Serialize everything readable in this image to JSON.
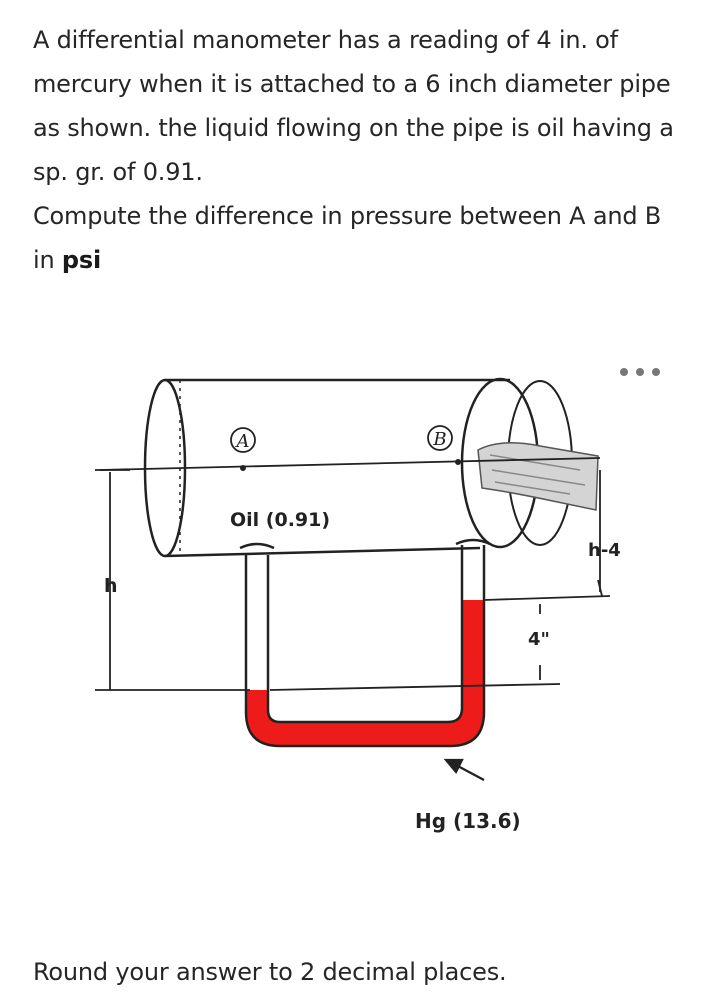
{
  "question": {
    "line1": "A differential manometer has a reading of 4 in. of mercury when it is attached to a 6 inch diameter pipe as shown. the liquid flowing on the pipe is oil having a sp. gr. of 0.91.",
    "line2_prefix": "Compute the difference in pressure between A and B in ",
    "line2_bold": "psi"
  },
  "figure": {
    "point_a": "A",
    "point_b": "B",
    "oil_label": "Oil (0.91)",
    "h_label": "h",
    "h_minus_label": "h-4",
    "reading_label": "4\"",
    "hg_label": "Hg (13.6)",
    "mercury_color": "#ee1b1b"
  },
  "footer": {
    "instruction": "Round your answer to 2 decimal places."
  },
  "menu": {
    "icon": "more-horizontal-icon"
  }
}
